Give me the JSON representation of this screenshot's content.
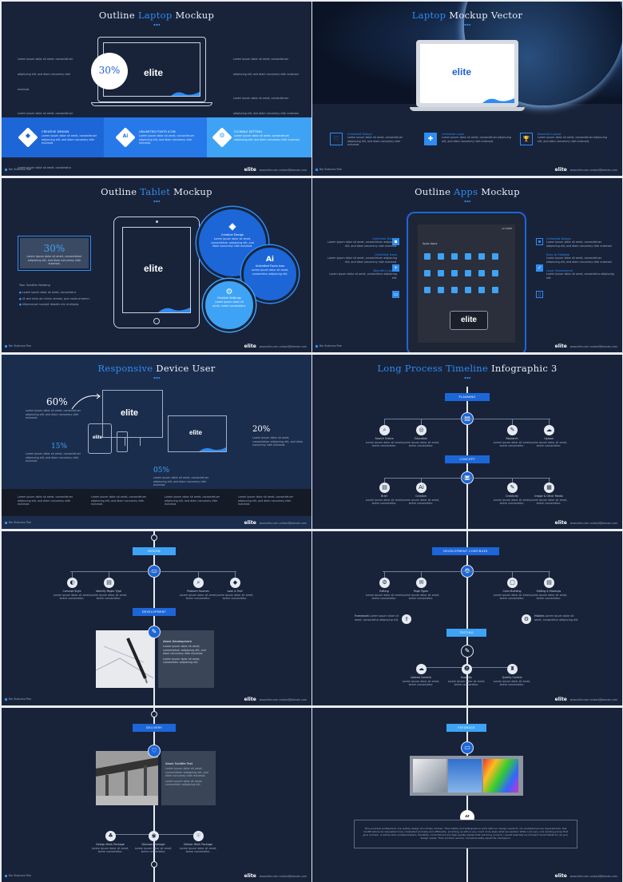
{
  "lorem_short": "Lorem ipsum dolor sit amet, consectetuer adipiscing elit, and diam nonummy nibh euismod.",
  "lorem_tiny": "Lorem ipsum dolor sit amet, consectetur adipiscing elit.",
  "lorem_two": "Lorem ipsum dolor sit amet, lorem consectetur.",
  "footer_left": "Bar Business Plan",
  "footer_logo": "elite",
  "footer_site": "www.elite.com",
  "footer_email": "contact@domain.com",
  "logo_text": "elite",
  "slides": {
    "s1": {
      "title_pre": "Outline ",
      "title_hl": "Laptop",
      "title_post": " Mockup",
      "percent": "30%",
      "features": [
        {
          "label": "CREATIVE DESIGN",
          "icon": "diamond-icon",
          "glyph": "◆"
        },
        {
          "label": "UNLIMITED FONTS ICON",
          "icon": "ai-icon",
          "glyph": "Ai"
        },
        {
          "label": "FLEXIBLE SETTING",
          "icon": "gears-icon",
          "glyph": "⚙"
        }
      ]
    },
    "s2": {
      "title_hl": "Laptop",
      "title_post": " Mockup Vector",
      "items": [
        {
          "label": "Unlimited Design",
          "icon": "heart-icon",
          "glyph": "♡"
        },
        {
          "label": "Unlimited Layer",
          "icon": "plus-icon",
          "glyph": "✚"
        },
        {
          "label": "Beautiful Layout",
          "icon": "trophy-icon",
          "glyph": "🏆"
        }
      ]
    },
    "s3": {
      "title_pre": "Outline ",
      "title_hl": "Tablet",
      "title_post": " Mockup",
      "percent": "30%",
      "subhead": "Your Subtitle Heading",
      "bullets": [
        "Lorem ipsum dolor sit amet, consectetur.",
        "Ut wisi enim ad minim veniam, quis nostrud exerci.",
        "Ullamcorper suscipit lobortis nisl ut aliquip."
      ],
      "circles": [
        {
          "label": "Creative Design",
          "glyph": "◆"
        },
        {
          "label": "Unlimited Fonts Icon",
          "glyph": "Ai"
        },
        {
          "label": "Flexible Settings",
          "glyph": "⚙"
        }
      ]
    },
    "s4": {
      "title_pre": "Outline ",
      "title_hl": "Apps",
      "title_post": " Mockup",
      "left": [
        "Unlimited Design",
        "Unlimited Icons",
        "Beautiful Layout"
      ],
      "right": [
        "Unlimited Design",
        "Easy to Editable",
        "Layer Streamlined"
      ],
      "apps_label": "Apps  Apps",
      "clock": "12:00PM"
    },
    "s5": {
      "title_hl": "Responsive",
      "title_post": " Device User",
      "pcts": [
        "60%",
        "20%",
        "15%",
        "05%"
      ]
    },
    "s6": {
      "title_hl": "Long Process Timeline",
      "title_post": " Infographic 3",
      "tag1": "PLANNING",
      "tag2": "CONCEPT",
      "row1": [
        "Search Online",
        "Education",
        "Research",
        "Upload"
      ],
      "row2": [
        "Brief",
        "Creative",
        "Creativity",
        "Image & Other Media"
      ]
    },
    "s7": {
      "tag1": "DESIGN",
      "tag2": "DEVELOPMENT",
      "row1": [
        "Concept Style",
        "Identify Pages Type",
        "Problem Sources",
        "Look & Feel"
      ],
      "about_title": "About Development"
    },
    "s8": {
      "tag1": "DEVELOPMENT CONTINUES",
      "tag2": "TESTING",
      "row1": [
        "Editing",
        "Page Types",
        "Color Building",
        "Editing & Mockups"
      ],
      "side_l": "Framework",
      "side_r": "Mobiles",
      "row2": [
        "Upload Content",
        "Usability",
        "Quality Control"
      ]
    },
    "s9": {
      "tag1": "DELIVERY",
      "about_title": "About Subtitle Text",
      "row": [
        "Design Work Package",
        "Discover Package",
        "Deliver Work Package"
      ]
    },
    "s10": {
      "tag1": "FEEDBACK",
      "quote": "This provided professional, top quality design at a timely manner. Their ability and willingness to work with our design needs for our professional use requirements. Has modifications we requested more completed promptly and efficiently, providing us with a very much more style what we wanted. While I am very cool working prices that give us them, is will be their professionalism, flexibility, commitment and high-quality design that will bring us back. I would basically recommend Smart Media for all your design needs. Their product, service, and personality equal the champions."
    }
  },
  "colors": {
    "bg": "#18233a",
    "accent": "#2f8cf0",
    "deep": "#1c66d8",
    "light": "#3ea3f5"
  }
}
